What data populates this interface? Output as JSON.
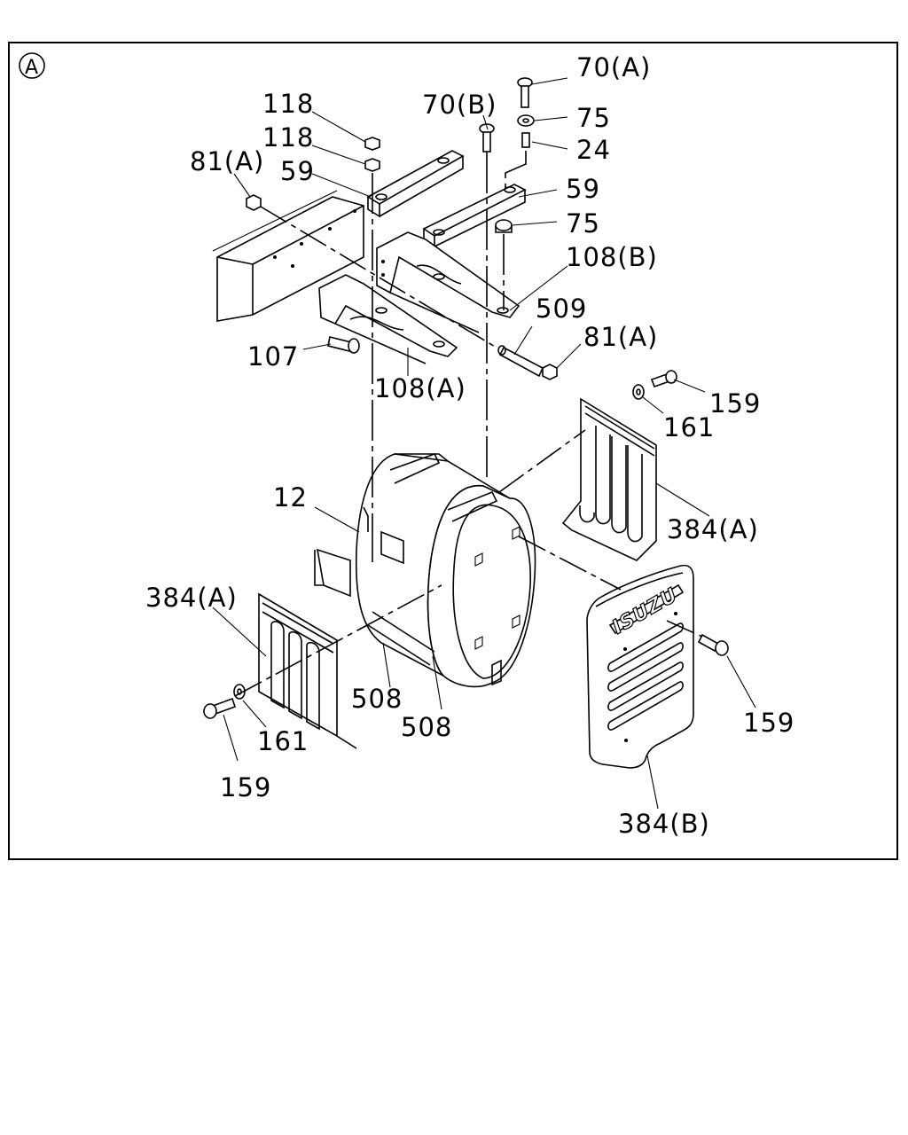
{
  "diagram": {
    "view_marker": "A",
    "brand_text": "ISUZU",
    "callouts": {
      "c70a": "70(A)",
      "c70b": "70(B)",
      "c75_top": "75",
      "c24": "24",
      "c59_right": "59",
      "c75_mid": "75",
      "c108b": "108(B)",
      "c509": "509",
      "c81a_right": "81(A)",
      "c118_top": "118",
      "c118_second": "118",
      "c81a_left": "81(A)",
      "c59_left": "59",
      "c107": "107",
      "c108a": "108(A)",
      "c159_top_right": "159",
      "c161_right": "161",
      "c384a_right": "384(A)",
      "c12": "12",
      "c384a_left": "384(A)",
      "c508_left": "508",
      "c508_right": "508",
      "c161_left": "161",
      "c159_bottom_left": "159",
      "c159_right": "159",
      "c384b": "384(B)"
    }
  }
}
